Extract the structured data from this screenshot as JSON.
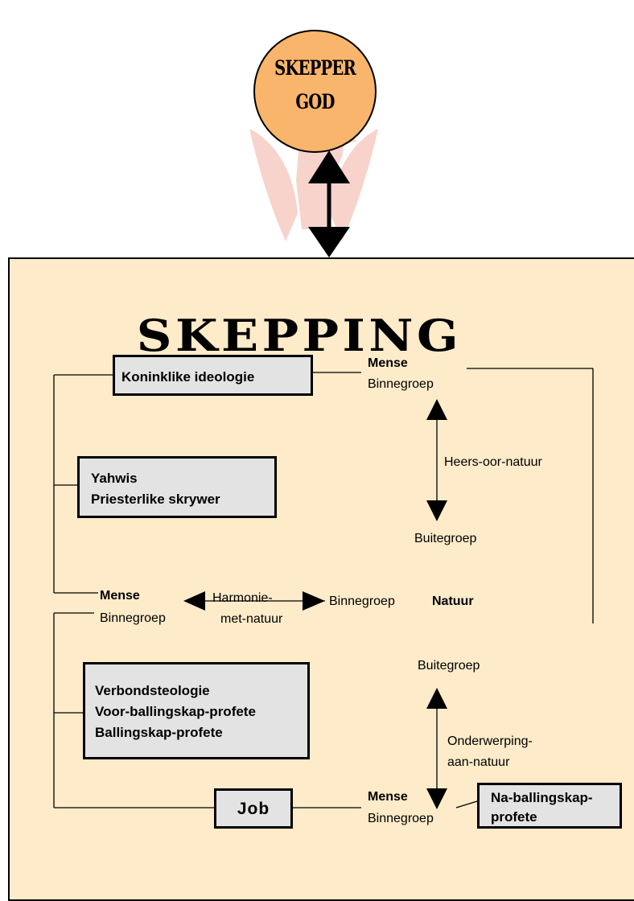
{
  "god": {
    "line1": "SKEPPER",
    "line2": "GOD"
  },
  "title": "SKEPPING",
  "boxes": {
    "royal": {
      "text": "Koninklike ideologie"
    },
    "yahwist": {
      "line1": "Yahwis",
      "line2": "Priesterlike skrywer"
    },
    "covenant": {
      "line1": "Verbondsteologie",
      "line2": "Voor-ballingskap-profete",
      "line3": "Ballingskap-profete"
    },
    "job": {
      "text": "Job"
    },
    "post_exilic": {
      "line1": "Na-ballingskap-",
      "line2": "profete"
    }
  },
  "labels": {
    "mense_top": "Mense",
    "binnegroep_top": "Binnegroep",
    "heers": "Heers-oor-natuur",
    "buitegroep_top": "Buitegroep",
    "mense_mid": "Mense",
    "binnegroep_mid_left": "Binnegroep",
    "harmonie_1": "Harmonie-",
    "harmonie_2": "met-natuur",
    "binnegroep_mid_right": "Binnegroep",
    "natuur": "Natuur",
    "buitegroep_bottom": "Buitegroep",
    "onderwerping_1": "Onderwerping-",
    "onderwerping_2": "aan-natuur",
    "mense_bottom": "Mense",
    "binnegroep_bottom": "Binnegroep"
  },
  "colors": {
    "god_circle": "#f9b56b",
    "panel": "#fdebc9",
    "box": "#e3e3e3",
    "watermark": "#f2b3a8"
  },
  "icons": {
    "watermark": "bird-logo-watermark"
  }
}
